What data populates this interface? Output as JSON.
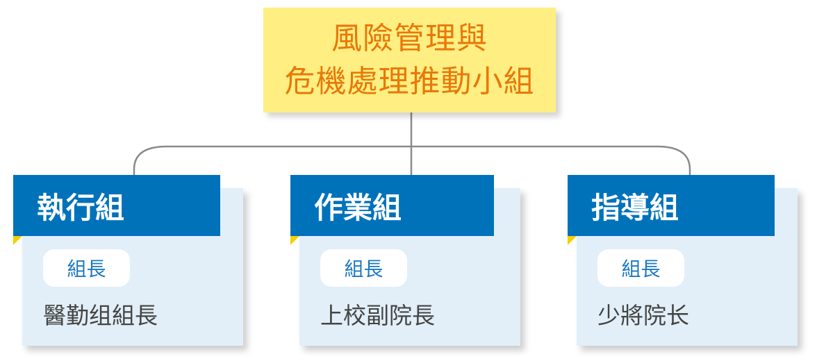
{
  "title": {
    "lines": [
      "風險管理與",
      "危機處理推動小組"
    ]
  },
  "colors": {
    "title_bg": "#FFEF82",
    "title_text": "#E8780A",
    "header_bg": "#0072BA",
    "card_bg": "#E2EFF8",
    "pill_text": "#1A78C2",
    "accent": "#F5D000"
  },
  "groups": [
    {
      "name": "執行組",
      "role_label": "組長",
      "role": "醫勤组組長"
    },
    {
      "name": "作業組",
      "role_label": "組長",
      "role": "上校副院長"
    },
    {
      "name": "指導組",
      "role_label": "組長",
      "role": "少將院长"
    }
  ]
}
